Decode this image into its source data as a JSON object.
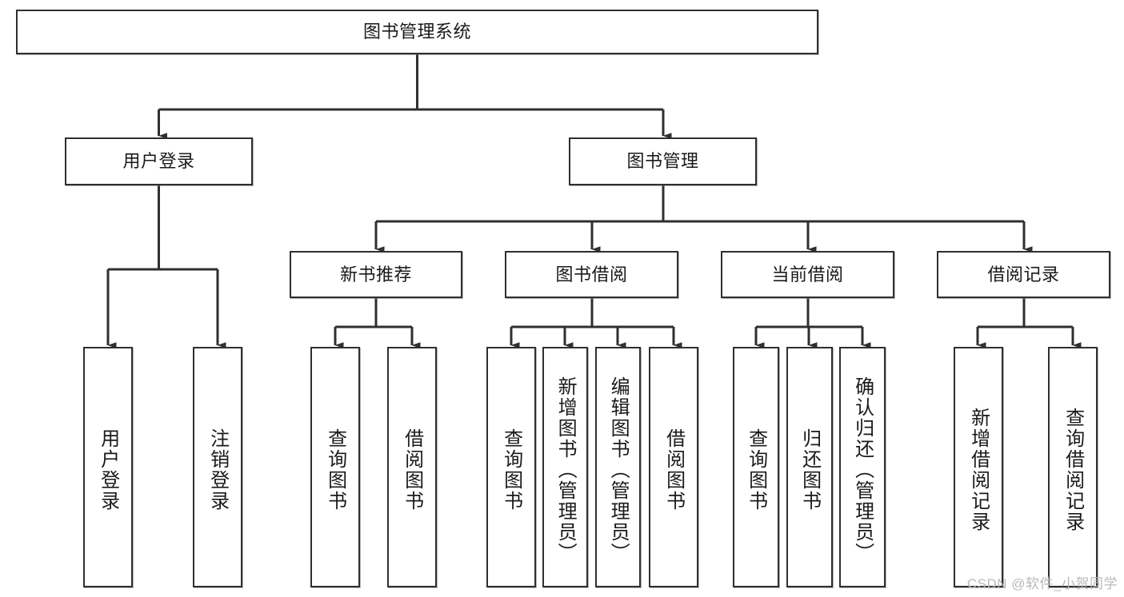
{
  "diagram": {
    "title": "图书管理系统",
    "type": "tree-hierarchy-chart",
    "root": {
      "label": "图书管理系统"
    },
    "level2": [
      {
        "label": "用户登录"
      },
      {
        "label": "图书管理"
      }
    ],
    "level3": [
      {
        "label": "新书推荐"
      },
      {
        "label": "图书借阅"
      },
      {
        "label": "当前借阅"
      },
      {
        "label": "借阅记录"
      }
    ],
    "leaves": {
      "user_login": [
        {
          "label": "用户登录"
        },
        {
          "label": "注销登录"
        }
      ],
      "new_book_recommend": [
        {
          "label": "查询图书"
        },
        {
          "label": "借阅图书"
        }
      ],
      "book_borrow": [
        {
          "label": "查询图书"
        },
        {
          "label": "新增图书（管理员）"
        },
        {
          "label": "编辑图书（管理员）"
        },
        {
          "label": "借阅图书"
        }
      ],
      "current_borrow": [
        {
          "label": "查询图书"
        },
        {
          "label": "归还图书"
        },
        {
          "label": "确认归还（管理员）"
        }
      ],
      "borrow_record": [
        {
          "label": "新增借阅记录"
        },
        {
          "label": "查询借阅记录"
        }
      ]
    }
  },
  "watermark": {
    "text": "CSDN @软件_小贺同学"
  },
  "colors": {
    "stroke": "#2f2f2f",
    "fill": "#ffffff",
    "text": "#1a1a1a",
    "watermark": "#b9b9b9"
  }
}
